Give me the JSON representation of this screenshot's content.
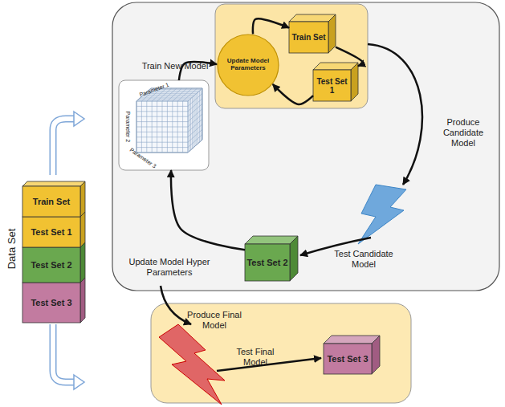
{
  "diagram": {
    "nodes": [
      {
        "text": [
          "Train Set"
        ]
      },
      {
        "text": [
          "Test Set 1"
        ]
      },
      {
        "text": [
          "Test Set 2"
        ]
      },
      {
        "text": [
          "Test Set 3"
        ]
      },
      {
        "text": [
          "Train Set"
        ]
      },
      {
        "text": [
          "Update Model Parameters"
        ]
      },
      {
        "text": [
          "Test Set 1"
        ]
      },
      {
        "text": [
          "Parameter 1",
          "Parameter 2",
          "Parameter 3"
        ]
      },
      {
        "text": [
          "Test Set 2"
        ]
      },
      {
        "text": [
          "Test Set 3"
        ]
      }
    ],
    "edges": [
      {
        "from": 5,
        "to": 4,
        "arrow": "to"
      },
      {
        "from": 4,
        "to": 6,
        "arrow": "to"
      },
      {
        "from": 6,
        "to": 5,
        "arrow": "to"
      },
      {
        "from": 8,
        "to": 7,
        "label": "Update Model Hyper Parameters",
        "arrow": "to"
      },
      {
        "from": 7,
        "to": 5,
        "label": "Train New Model",
        "arrow": "to"
      }
    ],
    "labels": [
      "Data Set",
      "Produce Candidate Model",
      "Test Candidate Model",
      "Produce Final Model",
      "Test Final Model"
    ]
  }
}
